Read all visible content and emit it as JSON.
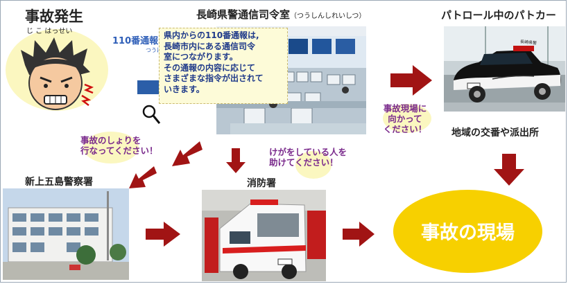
{
  "accident": {
    "title": "事故発生",
    "furigana": "じ こ はっせい"
  },
  "call110": {
    "label": "110番通報",
    "sub": "つうほう"
  },
  "command_room": {
    "title": "長崎県警通信司令室",
    "furigana": "（つうしんしれいしつ）"
  },
  "tooltip": {
    "lines": [
      "県内からの110番通報は,",
      "長崎市内にある通信司令",
      "室につながります。",
      "その通報の内容に応じて",
      "さまざまな指令が出されて",
      "いきます。"
    ]
  },
  "patrol": {
    "title": "パトロール中のパトカー",
    "sign": "長崎県警"
  },
  "police_box": {
    "label": "地域の交番や派出所"
  },
  "msg_scene": {
    "lines": [
      "事故現場に",
      "向かって",
      "ください！"
    ]
  },
  "msg_investigate": {
    "lines": [
      "事故のしょりを",
      "行なってください！"
    ]
  },
  "msg_help": {
    "lines": [
      "けがをしている人を",
      "助けてください！"
    ]
  },
  "police_station": {
    "label": "新上五島警察署"
  },
  "fire_station": {
    "label": "消防署"
  },
  "scene": {
    "label": "事故の現場"
  },
  "colors": {
    "arrow": "#a11414",
    "purple": "#7a2a8c",
    "blob": "#fbf7c0",
    "scene": "#f7d000",
    "scene_text": "#ffffff",
    "tooltip_bg": "#fdfbd8",
    "tooltip_text": "#1f3a8a",
    "blue": "#2f5fb8"
  }
}
